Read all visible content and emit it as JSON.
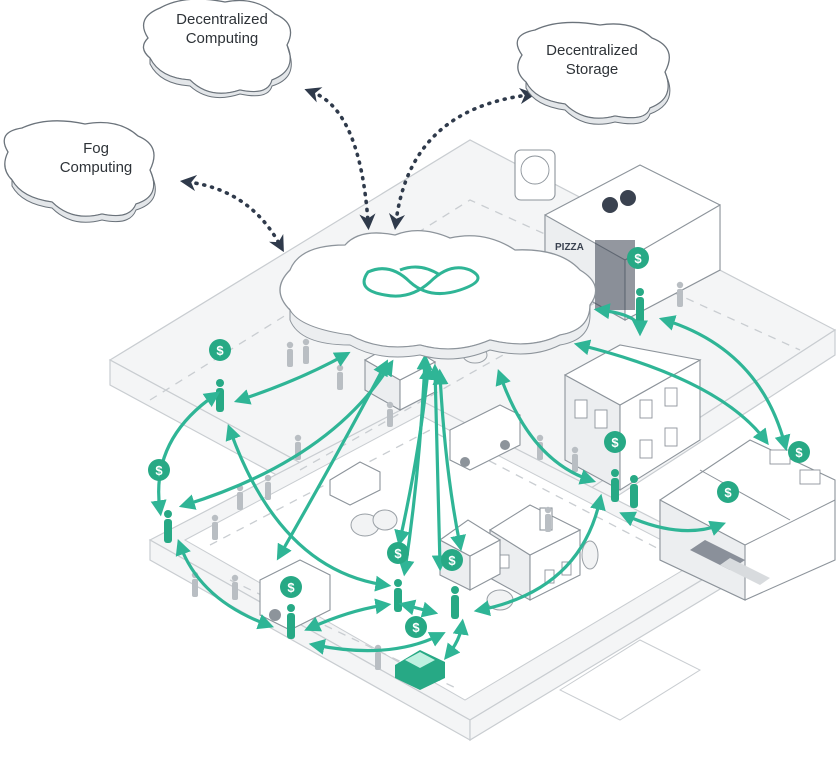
{
  "clouds": {
    "decentralized_computing": [
      "Decentralized",
      "Computing"
    ],
    "decentralized_storage": [
      "Decentralized",
      "Storage"
    ],
    "fog_computing": [
      "Fog",
      "Computing"
    ]
  },
  "coin_symbol": "$",
  "shop_sign": "PIZZA",
  "colors": {
    "accent": "#2fb596",
    "coin": "#27a985",
    "dotted_arrows": "#2f3a4b",
    "outline": "#8d949b"
  }
}
